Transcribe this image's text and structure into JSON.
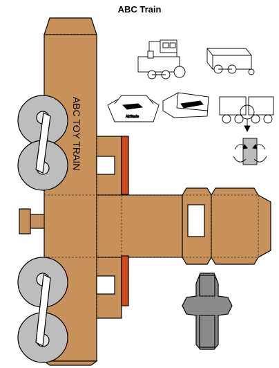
{
  "title": "ABC Train",
  "cab_label": "ABC TOY TRAIN",
  "box_label": "AirStarie",
  "colors": {
    "cardboard": "#c8915a",
    "outline": "#000000",
    "wheel_fill": "#bdbdbd",
    "hub_fill": "#e6e6e6",
    "rod_fill": "#ffffff",
    "red_strip": "#d14a1c",
    "window_fill": "#ffffff",
    "connector_fill": "#8a8a8a"
  },
  "icons": {
    "instruction_illustrations": [
      "engine-sketch-icon",
      "wagon-sketch-icon",
      "open-box-sketch-icon",
      "box-side-sketch-icon",
      "coupled-cars-sketch-icon",
      "bending-arrows-sketch-icon"
    ]
  }
}
